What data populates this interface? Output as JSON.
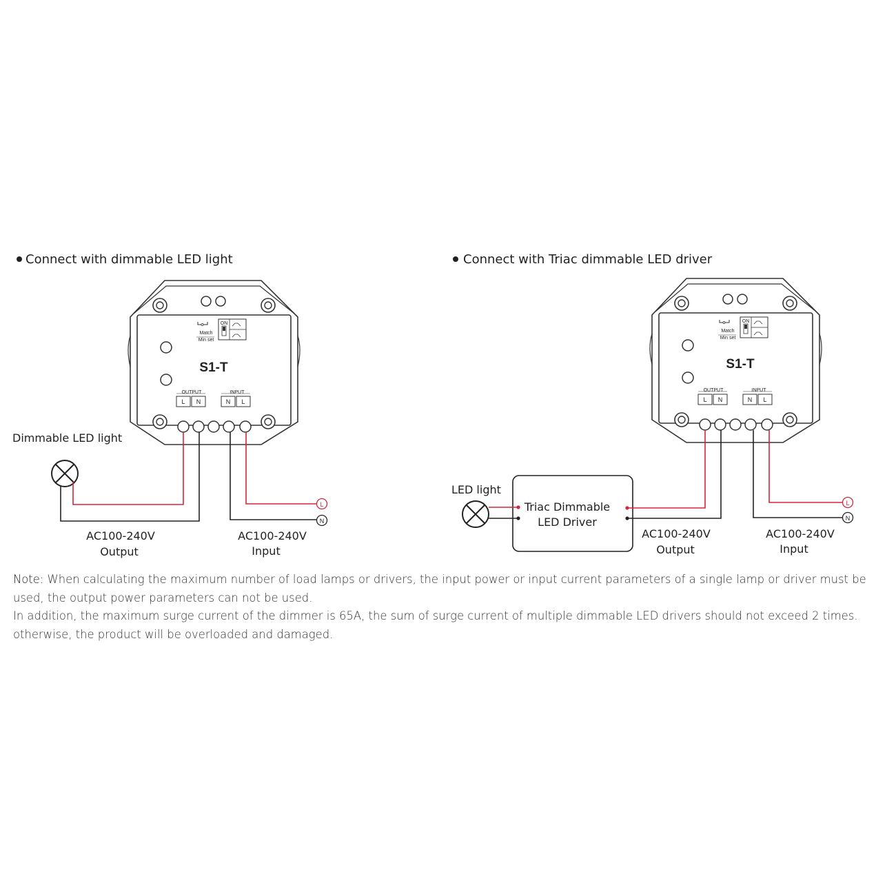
{
  "left": {
    "heading": "Connect with dimmable LED light",
    "lamp_label": "Dimmable LED light",
    "device": {
      "model": "S1-T",
      "switch_on": "ON",
      "match": "Match",
      "min_set": "Min set",
      "output_label": "OUTPUT",
      "input_label": "INPUT",
      "out_l": "L",
      "out_n": "N",
      "in_n": "N",
      "in_l": "L"
    },
    "output_caption_1": "AC100-240V",
    "output_caption_2": "Output",
    "input_caption_1": "AC100-240V",
    "input_caption_2": "Input",
    "mains_l": "L",
    "mains_n": "N"
  },
  "right": {
    "heading": "Connect with Triac dimmable LED driver",
    "lamp_label": "LED light",
    "driver_line_1": "Triac Dimmable",
    "driver_line_2": "LED Driver",
    "device": {
      "model": "S1-T",
      "switch_on": "ON",
      "match": "Match",
      "min_set": "Min set",
      "output_label": "OUTPUT",
      "input_label": "INPUT",
      "out_l": "L",
      "out_n": "N",
      "in_n": "N",
      "in_l": "L"
    },
    "output_caption_1": "AC100-240V",
    "output_caption_2": "Output",
    "input_caption_1": "AC100-240V",
    "input_caption_2": "Input",
    "mains_l": "L",
    "mains_n": "N"
  },
  "note": {
    "label": "Note:",
    "line_1": " When calculating the maximum number of load lamps or drivers, the input power or input current parameters of a single lamp or driver must be used, the output power parameters can not be used.",
    "line_2": "In addition, the maximum surge current of the dimmer is 65A, the sum of surge current of multiple dimmable LED drivers should not exceed 2 times. otherwise, the product will be overloaded and damaged."
  },
  "colors": {
    "live_wire": "#d6243b",
    "neutral_wire": "#222222"
  }
}
